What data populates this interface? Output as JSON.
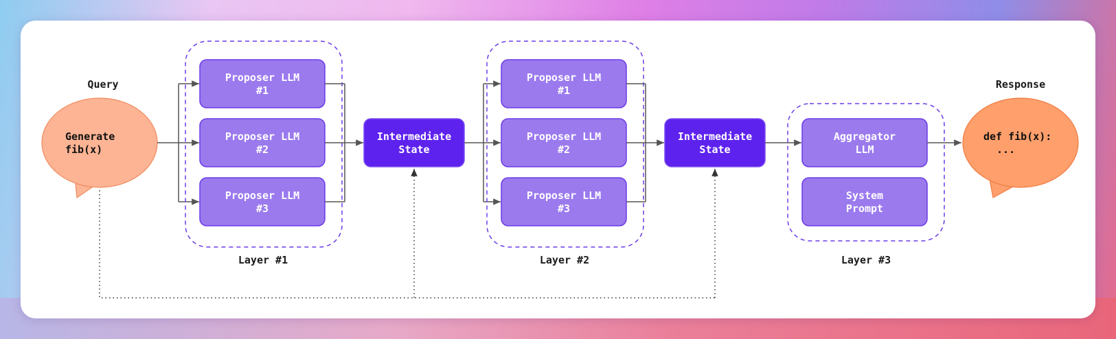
{
  "query": {
    "label": "Query",
    "text_line1": "Generate",
    "text_line2": "fib(x)",
    "color": "#fcb494"
  },
  "response": {
    "label": "Response",
    "text_line1": "def fib(x):",
    "text_line2": "...",
    "color": "#fe9f6c"
  },
  "layer1": {
    "label": "Layer #1",
    "proposers": [
      {
        "line1": "Proposer LLM",
        "line2": "#1"
      },
      {
        "line1": "Proposer LLM",
        "line2": "#2"
      },
      {
        "line1": "Proposer LLM",
        "line2": "#3"
      }
    ]
  },
  "state1": {
    "line1": "Intermediate",
    "line2": "State"
  },
  "layer2": {
    "label": "Layer #2",
    "proposers": [
      {
        "line1": "Proposer LLM",
        "line2": "#1"
      },
      {
        "line1": "Proposer LLM",
        "line2": "#2"
      },
      {
        "line1": "Proposer LLM",
        "line2": "#3"
      }
    ]
  },
  "state2": {
    "line1": "Intermediate",
    "line2": "State"
  },
  "layer3": {
    "label": "Layer #3",
    "aggregator": {
      "line1": "Aggregator",
      "line2": "LLM"
    },
    "system_prompt": {
      "line1": "System",
      "line2": "Prompt"
    }
  },
  "colors": {
    "proposer_fill": "#9b7aee",
    "state_fill": "#5e22ee",
    "frame_stroke": "#6a3be6"
  }
}
